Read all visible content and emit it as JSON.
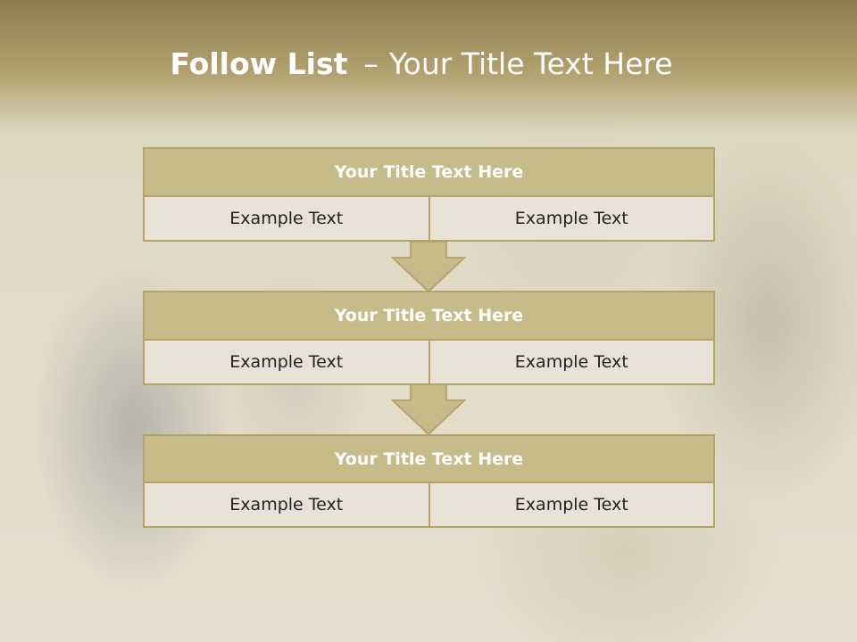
{
  "slide": {
    "title_bold": "Follow List",
    "title_dash": "–",
    "title_rest": "Your Title Text Here",
    "blocks": [
      {
        "title": "Your Title Text Here",
        "left": "Example Text",
        "right": "Example Text"
      },
      {
        "title": "Your Title Text Here",
        "left": "Example Text",
        "right": "Example Text"
      },
      {
        "title": "Your Title Text Here",
        "left": "Example Text",
        "right": "Example Text"
      }
    ]
  },
  "colors": {
    "header_fill": "#c8bb8a",
    "border": "#b4a46c",
    "cell_fill": "#e8e3d6",
    "top_band": "#8d7d52"
  }
}
